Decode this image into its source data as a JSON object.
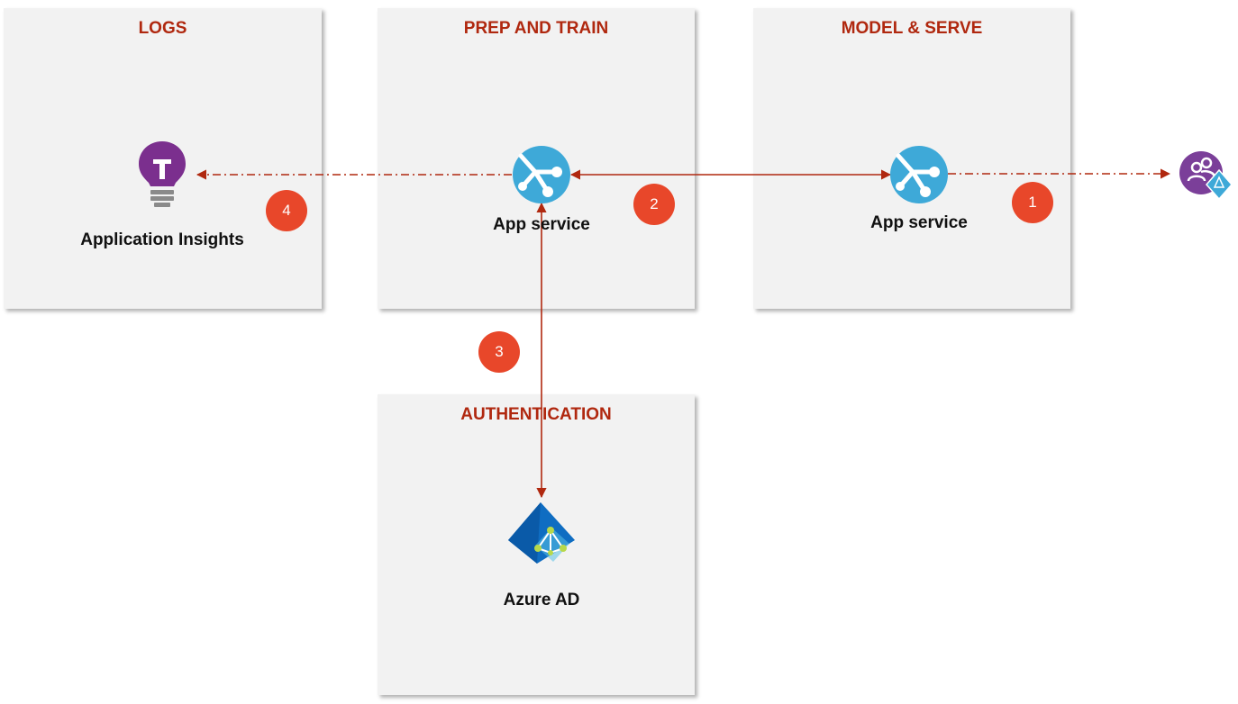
{
  "panels": {
    "logs": {
      "title": "LOGS"
    },
    "prep_train": {
      "title": "PREP AND TRAIN"
    },
    "model_serve": {
      "title": "MODEL & SERVE"
    },
    "authentication": {
      "title": "AUTHENTICATION"
    }
  },
  "nodes": {
    "application_insights": {
      "label": "Application Insights",
      "icon": "lightbulb-icon"
    },
    "app_service_prep": {
      "label": "App service",
      "icon": "app-service-icon"
    },
    "app_service_model": {
      "label": "App service",
      "icon": "app-service-icon"
    },
    "azure_ad": {
      "label": "Azure AD",
      "icon": "azure-ad-icon"
    },
    "users": {
      "icon": "users-group-icon"
    }
  },
  "badges": {
    "b1": "1",
    "b2": "2",
    "b3": "3",
    "b4": "4"
  },
  "colors": {
    "panel_bg": "#f2f2f2",
    "title": "#b0280f",
    "badge": "#e8472a",
    "connector": "#b0280f",
    "app_service": "#3ea9d8",
    "insights": "#7b2f8e",
    "azure_ad": "#0f6dc2"
  }
}
